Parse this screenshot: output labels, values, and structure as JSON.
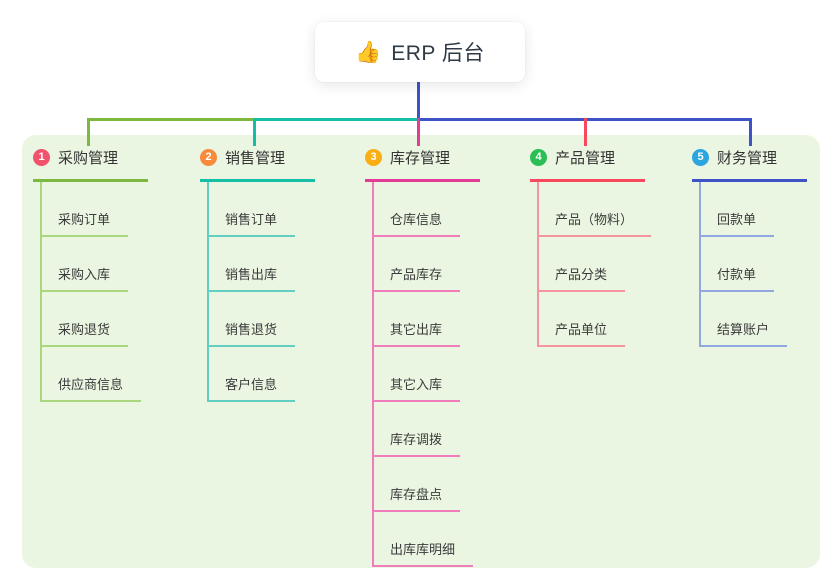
{
  "root": {
    "icon": "👍",
    "label": "ERP 后台"
  },
  "colors": {
    "background": "#ffffff",
    "panel": "#ebf6e2",
    "root_text": "#2e3a46",
    "item_text": "#3b3b3b",
    "root_connector": "#3e53c6"
  },
  "branches": [
    {
      "badge": "1",
      "label": "采购管理",
      "badge_color": "#f0536b",
      "line_color": "#7cb93f",
      "light_color": "#a9d77e",
      "items": [
        "采购订单",
        "采购入库",
        "采购退货",
        "供应商信息"
      ]
    },
    {
      "badge": "2",
      "label": "销售管理",
      "badge_color": "#f78b3b",
      "line_color": "#14bfa6",
      "light_color": "#63cec2",
      "items": [
        "销售订单",
        "销售出库",
        "销售退货",
        "客户信息"
      ]
    },
    {
      "badge": "3",
      "label": "库存管理",
      "badge_color": "#f9ae13",
      "line_color": "#e23c96",
      "light_color": "#f07cbb",
      "items": [
        "仓库信息",
        "产品库存",
        "其它出库",
        "其它入库",
        "库存调拨",
        "库存盘点",
        "出库库明细"
      ]
    },
    {
      "badge": "4",
      "label": "产品管理",
      "badge_color": "#2bbe54",
      "line_color": "#f8485e",
      "light_color": "#f5939f",
      "items": [
        "产品（物料）",
        "产品分类",
        "产品单位"
      ]
    },
    {
      "badge": "5",
      "label": "财务管理",
      "badge_color": "#2ba6df",
      "line_color": "#3e53c6",
      "light_color": "#91a7e2",
      "items": [
        "回款单",
        "付款单",
        "结算账户"
      ]
    }
  ]
}
